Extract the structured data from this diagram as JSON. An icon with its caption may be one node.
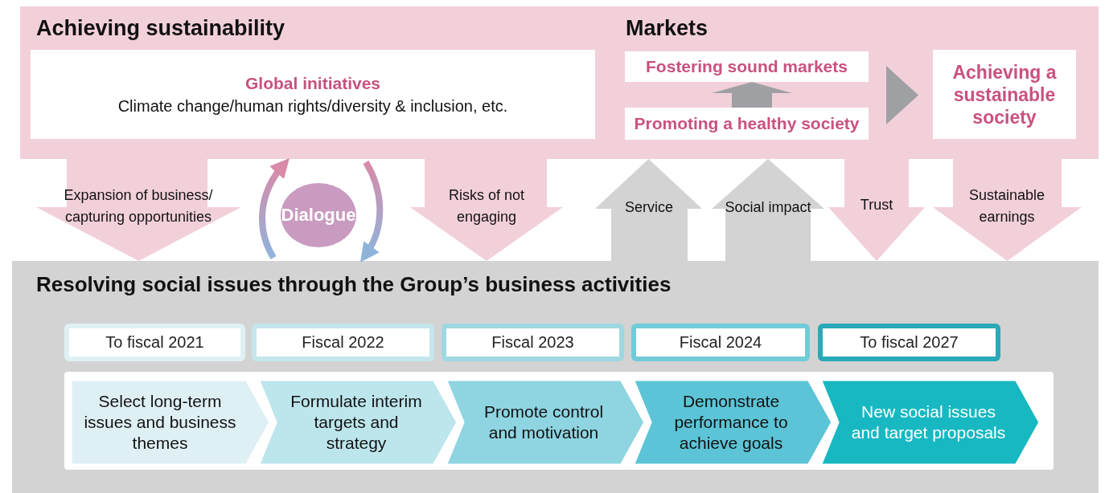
{
  "diagram": {
    "nodes": [
      {
        "text": [
          "Achieving sustainability",
          "Markets"
        ]
      },
      {
        "text": [
          "Global initiatives",
          "Climate change/human rights/diversity & inclusion, etc."
        ],
        "in": 0
      },
      {
        "text": [
          "Fostering sound markets"
        ],
        "in": 0
      },
      {
        "text": [
          "Promoting a healthy society"
        ],
        "in": 0
      },
      {
        "text": [
          "Achieving a sustainable society"
        ],
        "in": 0
      },
      {
        "text": [
          "Resolving social issues through the Group’s business activities"
        ]
      },
      {
        "text": [
          "To fiscal 2021"
        ],
        "in": 5
      },
      {
        "text": [
          "Fiscal 2022"
        ],
        "in": 5
      },
      {
        "text": [
          "Fiscal 2023"
        ],
        "in": 5
      },
      {
        "text": [
          "Fiscal 2024"
        ],
        "in": 5
      },
      {
        "text": [
          "To fiscal 2027"
        ],
        "in": 5
      },
      {
        "text": [
          "Select long-term issues and business themes"
        ],
        "in": 5
      },
      {
        "text": [
          "Formulate interim targets and strategy"
        ],
        "in": 5
      },
      {
        "text": [
          "Promote control and motivation"
        ],
        "in": 5
      },
      {
        "text": [
          "Demonstrate performance to achieve goals"
        ],
        "in": 5
      },
      {
        "text": [
          "New social issues and target proposals"
        ],
        "in": 5
      },
      {
        "text": [
          "Dialogue"
        ]
      }
    ],
    "edges": [
      {
        "from": 0,
        "to": 5,
        "arrow": "to",
        "label": "Expansion of business/ capturing opportunities"
      },
      {
        "from": 0,
        "to": 5,
        "arrow": "to",
        "label": "Risks of not engaging"
      },
      {
        "from": 5,
        "to": 0,
        "arrow": "to",
        "label": "Service",
        "color": "#d3d3d3"
      },
      {
        "from": 5,
        "to": 0,
        "arrow": "to",
        "label": "Social impact",
        "color": "#d3d3d3"
      },
      {
        "from": 0,
        "to": 5,
        "arrow": "to",
        "label": "Trust"
      },
      {
        "from": 0,
        "to": 5,
        "arrow": "to",
        "label": "Sustainable earnings"
      },
      {
        "from": 3,
        "to": 2,
        "arrow": "to",
        "color": "#9fa0a4"
      },
      {
        "from": 2,
        "to": 4,
        "arrow": "to",
        "color": "#9fa0a4"
      },
      {
        "from": 3,
        "to": 4,
        "arrow": "to",
        "color": "#9fa0a4"
      },
      {
        "from": 5,
        "to": 0,
        "arrow": "to",
        "color": "#d88aa8"
      },
      {
        "from": 0,
        "to": 5,
        "arrow": "to",
        "color": "#d88aa8"
      }
    ]
  }
}
